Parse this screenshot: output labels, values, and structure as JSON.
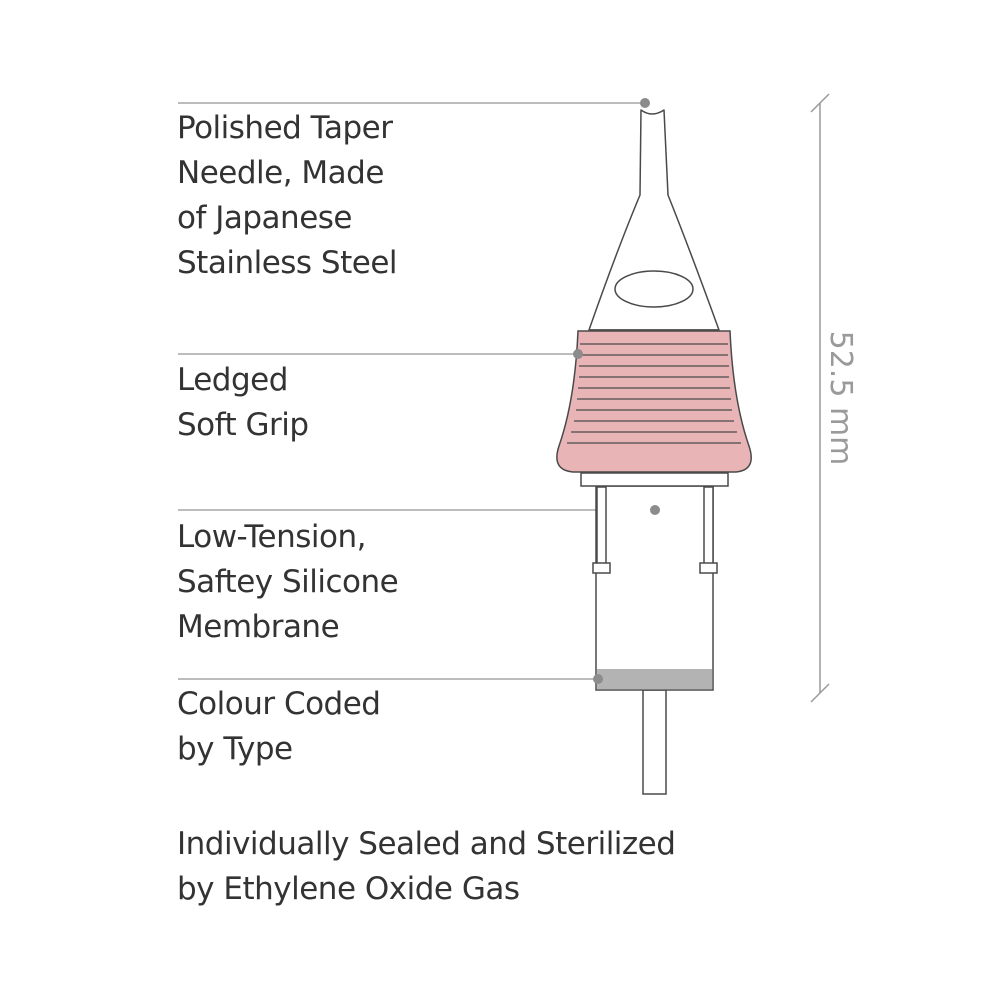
{
  "labels": {
    "needle": {
      "lines": [
        "Polished Taper",
        "Needle, Made",
        "of Japanese",
        "Stainless Steel"
      ]
    },
    "grip": {
      "lines": [
        "Ledged",
        "Soft Grip"
      ]
    },
    "membrane": {
      "lines": [
        "Low-Tension,",
        "Saftey Silicone",
        "Membrane"
      ]
    },
    "colour": {
      "lines": [
        "Colour Coded",
        "by Type"
      ]
    },
    "sealed": {
      "lines": [
        "Individually Sealed and Sterilized",
        "by Ethylene Oxide Gas"
      ]
    }
  },
  "dimension": {
    "label": "52.5 mm"
  },
  "colors": {
    "text": "#333333",
    "line": "#9a9a9a",
    "outline": "#4a4a4a",
    "grip_fill": "#e8b4b6",
    "colour_band": "#b3b3b3",
    "marker_dot": "#8c8c8c"
  }
}
